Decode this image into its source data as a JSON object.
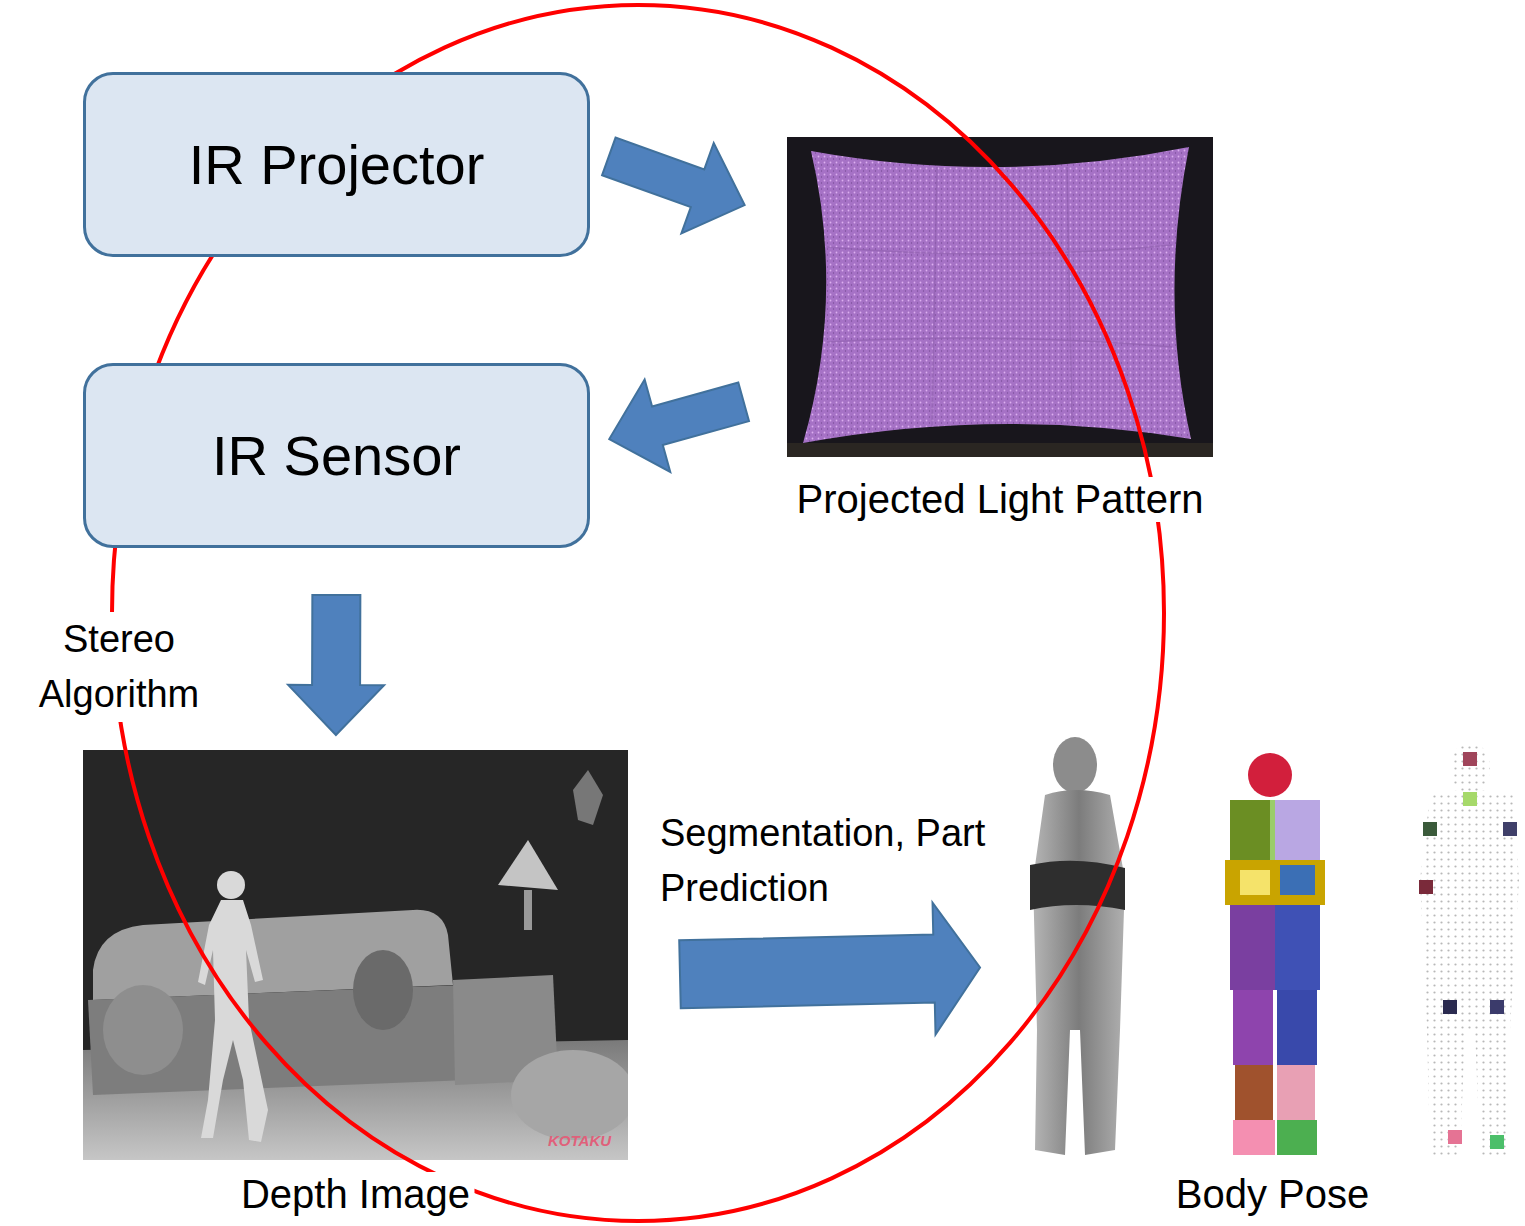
{
  "diagram": {
    "nodes": [
      {
        "text": [
          "IR Projector"
        ]
      },
      {
        "text": [
          "Projected Light Pattern"
        ]
      },
      {
        "text": [
          "IR Sensor"
        ]
      },
      {
        "text": [
          "Depth Image"
        ]
      },
      {
        "text": [
          "Body Pose"
        ]
      }
    ],
    "edges": [
      {
        "from": 0,
        "to": 1,
        "arrow": "to"
      },
      {
        "from": 1,
        "to": 2,
        "arrow": "to"
      },
      {
        "from": 2,
        "to": 3,
        "arrow": "to",
        "label": "Stereo Algorithm"
      },
      {
        "from": 3,
        "to": 4,
        "arrow": "to",
        "label": "Segmentation, Part Prediction"
      }
    ],
    "labels": [
      "KOTAKU"
    ]
  }
}
